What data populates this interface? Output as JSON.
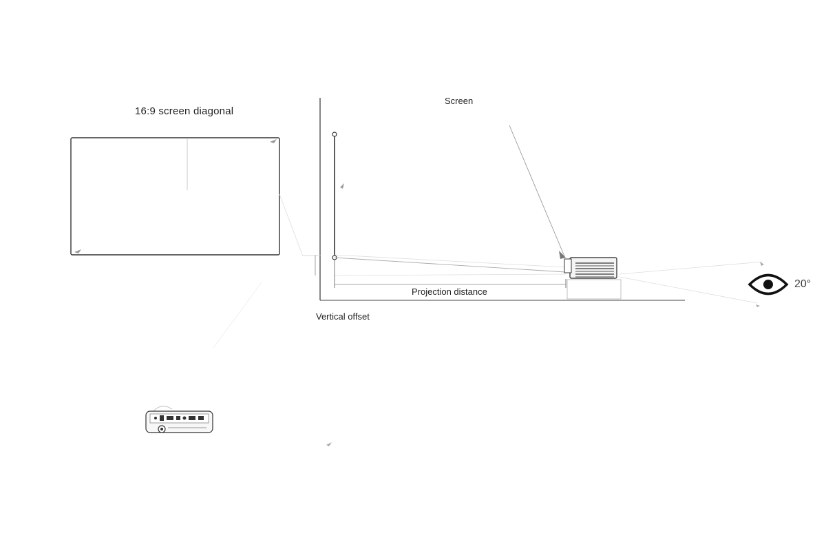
{
  "labels": {
    "screen_diagonal": "16:9 screen diagonal",
    "screen": "Screen",
    "projection_distance": "Projection distance",
    "vertical_offset": "Vertical offset",
    "viewing_angle": "20°"
  },
  "icons": {
    "eye": "eye-icon",
    "projector_side": "projector-side-icon",
    "projector_rear": "projector-rear-icon"
  },
  "colors": {
    "line": "#333333",
    "faint": "#bdbdbd",
    "text": "#222222"
  }
}
